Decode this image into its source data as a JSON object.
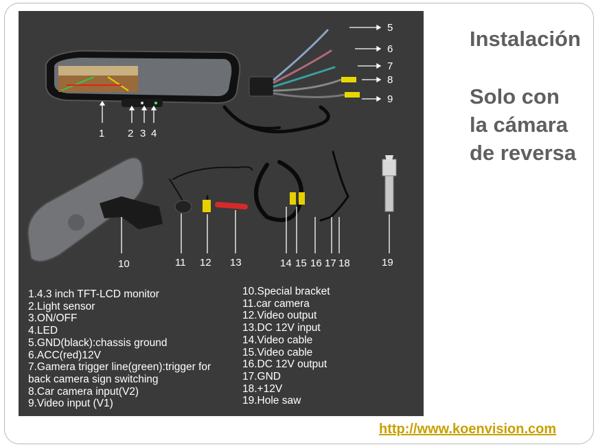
{
  "slide": {
    "title": "Instalación",
    "subtitle_lines": [
      "Solo con",
      "la cámara",
      "de reversa"
    ],
    "url": "http://www.koenvision.com",
    "accent_color": "#c8a000"
  },
  "callouts": {
    "top": [
      "1",
      "2",
      "3",
      "4"
    ],
    "right": [
      "5",
      "6",
      "7",
      "8",
      "9"
    ],
    "bottom": [
      "10",
      "11",
      "12",
      "13",
      "14",
      "15",
      "16",
      "17",
      "18",
      "19"
    ]
  },
  "legend": {
    "left": [
      "1.4.3 inch TFT-LCD monitor",
      "2.Light sensor",
      "3.ON/OFF",
      "4.LED",
      "5.GND(black):chassis ground",
      "6.ACC(red)12V",
      "7.Gamera trigger line(green):trigger for",
      "back camera sign switching",
      "8.Car camera input(V2)",
      "9.Video input (V1)"
    ],
    "right": [
      "10.Special bracket",
      "11.car camera",
      "12.Video output",
      "13.DC 12V input",
      "14.Video cable",
      "15.Video cable",
      "16.DC 12V output",
      "17.GND",
      "18.+12V",
      "19.Hole saw"
    ]
  }
}
